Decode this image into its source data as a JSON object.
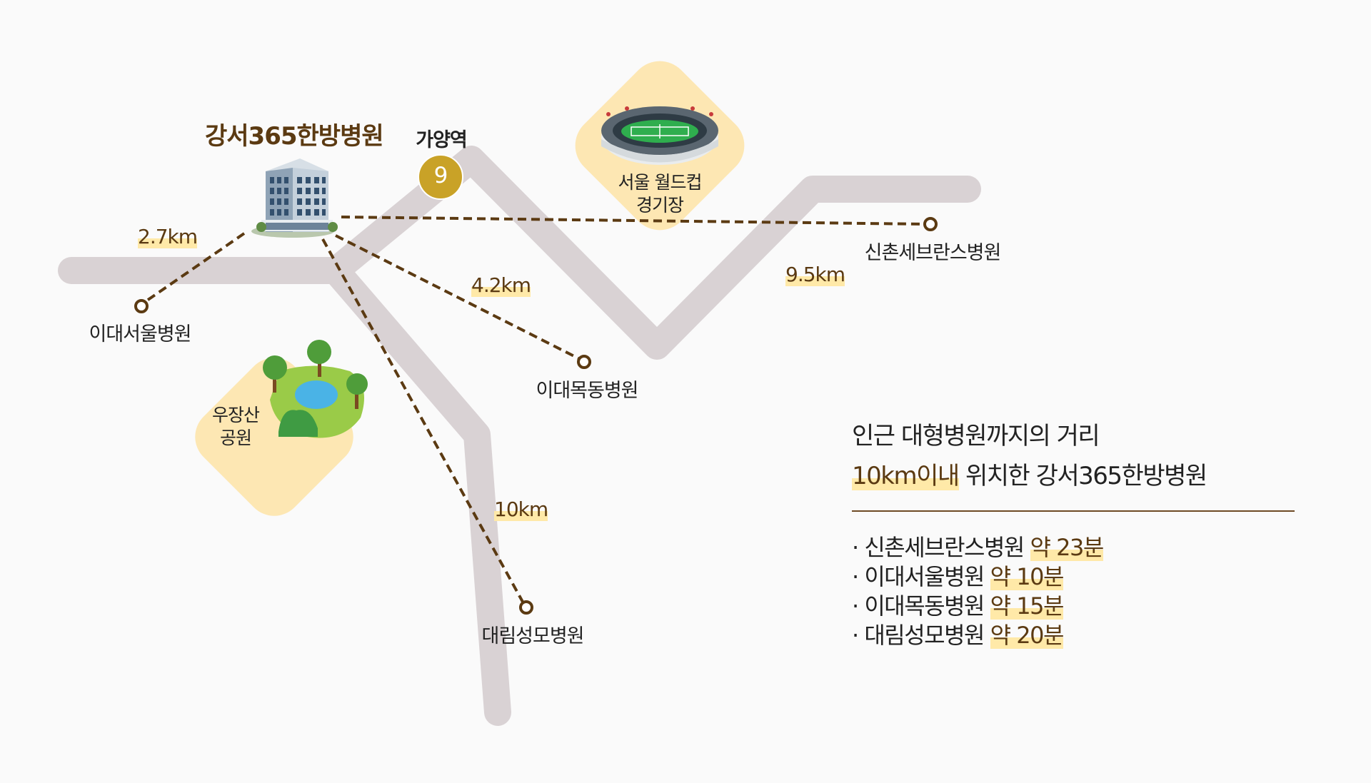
{
  "hospital": {
    "name": "강서365한방병원",
    "icon": "building-icon"
  },
  "station": {
    "name": "가양역",
    "line": "9",
    "color": "#c9a227"
  },
  "landmarks": {
    "stadium": {
      "line1": "서울 월드컵",
      "line2": "경기장",
      "icon": "stadium-icon"
    },
    "park": {
      "line1": "우장산",
      "line2": "공원",
      "icon": "park-icon"
    }
  },
  "destinations": [
    {
      "name": "이대서울병원",
      "distance": "2.7km"
    },
    {
      "name": "이대목동병원",
      "distance": "4.2km"
    },
    {
      "name": "신촌세브란스병원",
      "distance": "9.5km"
    },
    {
      "name": "대림성모병원",
      "distance": "10km"
    }
  ],
  "summary": {
    "line1": "인근 대형병원까지의 거리",
    "line2_accent": "10km이내",
    "line2_rest": " 위치한 강서365한방병원",
    "items": [
      {
        "prefix": "· ",
        "name": "신촌세브란스병원",
        "time": "약 23분"
      },
      {
        "prefix": "· ",
        "name": "이대서울병원",
        "time": "약 10분"
      },
      {
        "prefix": "· ",
        "name": "이대목동병원",
        "time": "약 15분"
      },
      {
        "prefix": "· ",
        "name": "대림성모병원",
        "time": "약 20분"
      }
    ]
  },
  "colors": {
    "road": "#d9d2d4",
    "route": "#5b3a12",
    "highlight": "#ffe9a8",
    "landmark_bg": "#fde7b3"
  }
}
